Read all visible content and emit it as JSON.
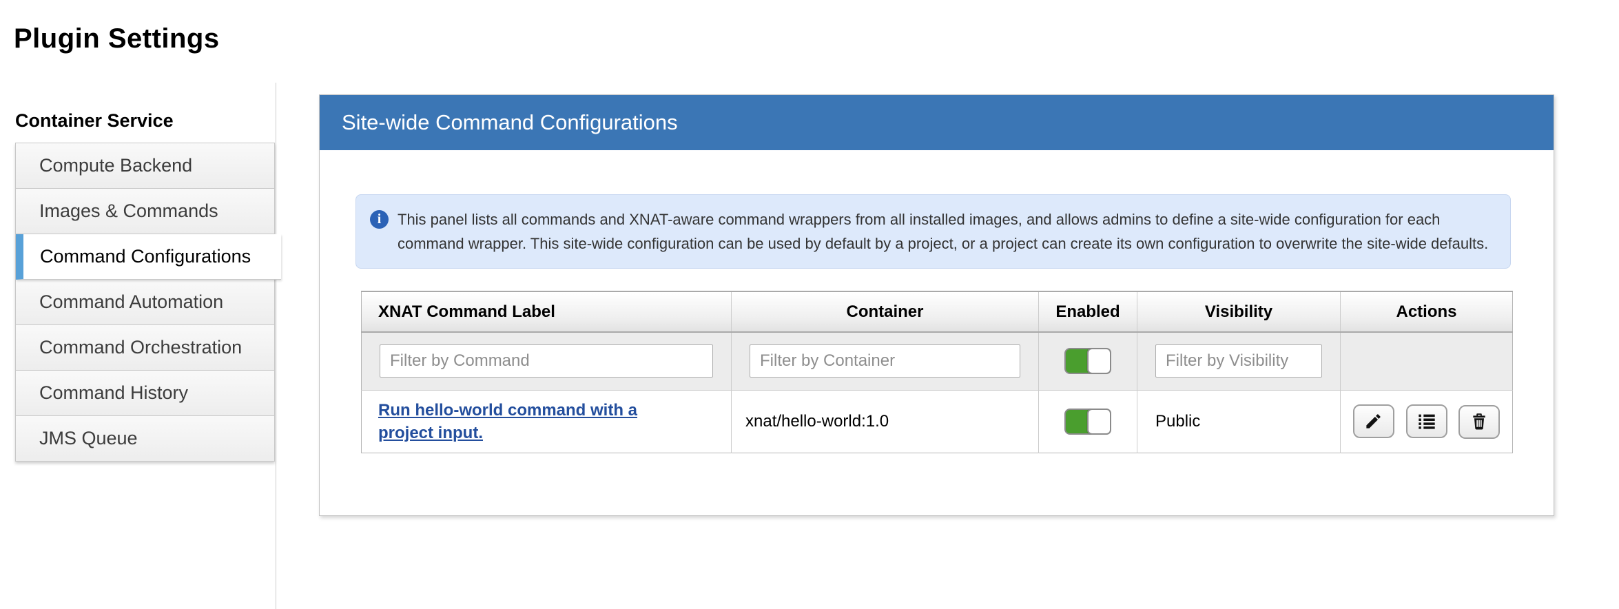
{
  "page": {
    "title": "Plugin Settings"
  },
  "sidebar": {
    "header": "Container Service",
    "items": [
      {
        "label": "Compute Backend",
        "selected": false
      },
      {
        "label": "Images & Commands",
        "selected": false
      },
      {
        "label": "Command Configurations",
        "selected": true
      },
      {
        "label": "Command Automation",
        "selected": false
      },
      {
        "label": "Command Orchestration",
        "selected": false
      },
      {
        "label": "Command History",
        "selected": false
      },
      {
        "label": "JMS Queue",
        "selected": false
      }
    ]
  },
  "panel": {
    "title": "Site-wide Command Configurations",
    "info_text": "This panel lists all commands and XNAT-aware command wrappers from all installed images, and allows admins to define a site-wide configuration for each command wrapper. This site-wide configuration can be used by default by a project, or a project can create its own configuration to overwrite the site-wide defaults.",
    "table": {
      "columns": {
        "label": "XNAT Command Label",
        "container": "Container",
        "enabled": "Enabled",
        "visibility": "Visibility",
        "actions": "Actions"
      },
      "filters": {
        "command_placeholder": "Filter by Command",
        "container_placeholder": "Filter by Container",
        "visibility_placeholder": "Filter by Visibility",
        "enabled_toggle_state": "on"
      },
      "rows": [
        {
          "command_label": "Run hello-world command with a project input.",
          "container": "xnat/hello-world:1.0",
          "enabled_state": "on",
          "visibility": "Public",
          "actions": [
            "edit",
            "list",
            "delete"
          ]
        }
      ]
    }
  },
  "colors": {
    "panel_header_bg": "#3b76b5",
    "selected_item_bar": "#58a1d8",
    "info_box_bg": "#dde9fb",
    "info_icon_bg": "#2b62b6",
    "link_blue": "#234e9d",
    "toggle_on_green": "#4a9e2e"
  }
}
